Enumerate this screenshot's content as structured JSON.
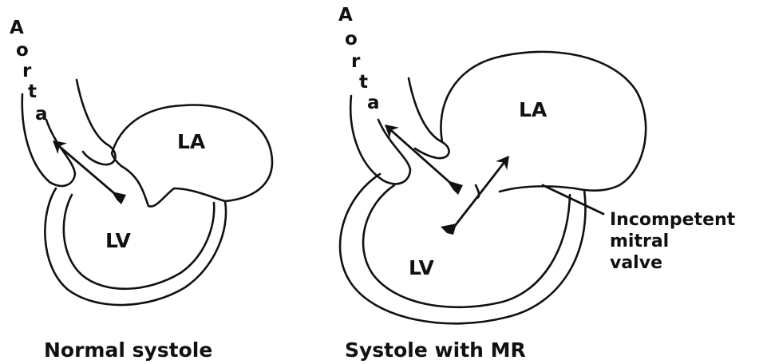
{
  "panels": [
    {
      "caption": "Normal systole",
      "aorta_letters": [
        "A",
        "o",
        "r",
        "t",
        "a"
      ],
      "atrium_label": "LA",
      "ventricle_label": "LV"
    },
    {
      "caption": "Systole with MR",
      "aorta_letters": [
        "A",
        "o",
        "r",
        "t",
        "a"
      ],
      "atrium_label": "LA",
      "ventricle_label": "LV",
      "annotation": [
        "Incompetent",
        "mitral",
        "valve"
      ]
    }
  ],
  "colors": {
    "ink": "#111111",
    "background": "#ffffff"
  }
}
